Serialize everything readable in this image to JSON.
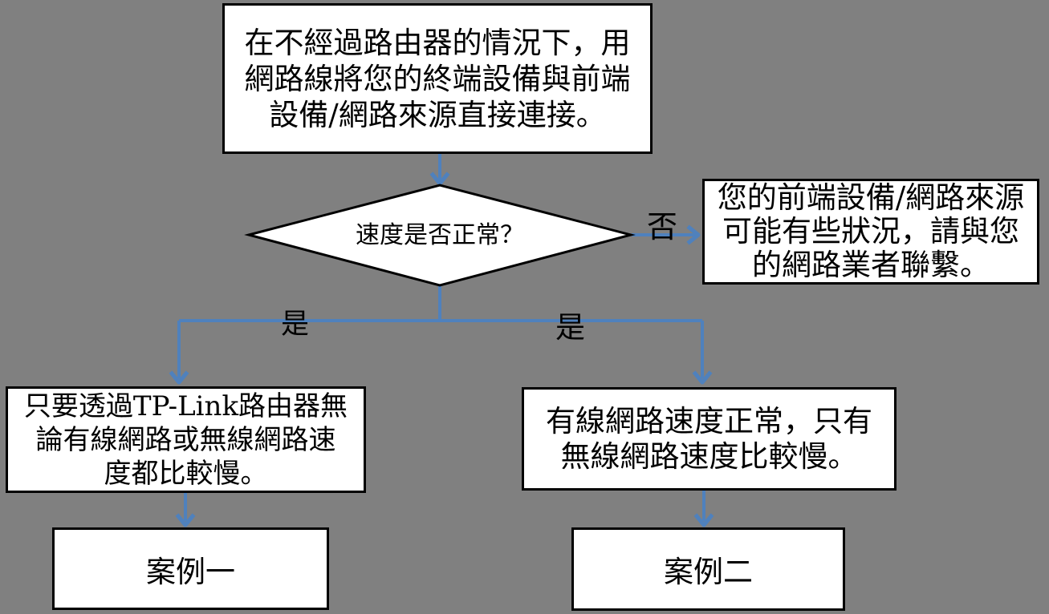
{
  "colors": {
    "background": "#808080",
    "box_fill": "#ffffff",
    "box_border": "#000000",
    "connector": "#4f81bd",
    "text": "#000000"
  },
  "nodes": {
    "start": {
      "lines": [
        "在不經過路由器的情況下，用",
        "網路線將您的終端設備與前端",
        "設備/網路來源直接連接。"
      ]
    },
    "decision": {
      "text": "速度是否正常？"
    },
    "no_outcome": {
      "lines": [
        "您的前端設備/網路來源",
        "可能有些狀況，請與您",
        "的網路業者聯繫。"
      ]
    },
    "yes_left": {
      "lines": [
        "只要透過TP-Link路由器無",
        "論有線網路或無線網路速",
        "度都比較慢。"
      ]
    },
    "yes_right": {
      "lines": [
        "有線網路速度正常，只有",
        "無線網路速度比較慢。"
      ]
    },
    "case_one": {
      "text": "案例一"
    },
    "case_two": {
      "text": "案例二"
    }
  },
  "edge_labels": {
    "no": "否",
    "yes_left": "是",
    "yes_right": "是"
  }
}
